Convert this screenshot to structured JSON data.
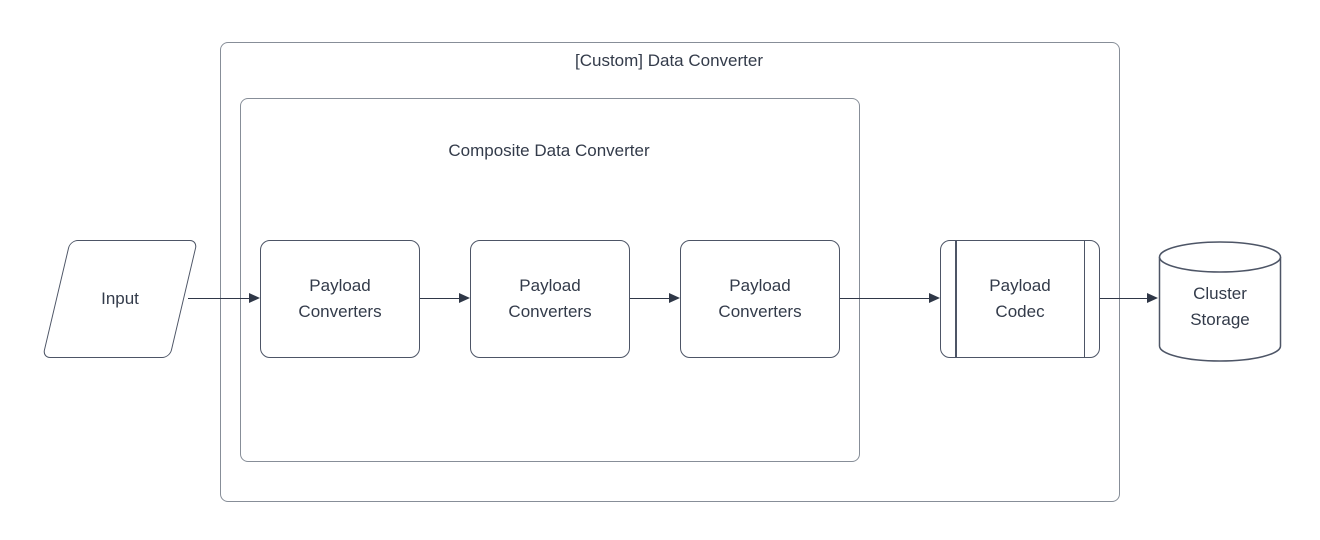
{
  "diagram": {
    "outer_container": {
      "label": "[Custom] Data Converter"
    },
    "inner_container": {
      "label": "Composite Data Converter"
    },
    "nodes": {
      "input": {
        "label": "Input",
        "shape": "parallelogram"
      },
      "converters": [
        {
          "label": "Payload Converters",
          "shape": "rounded-rect"
        },
        {
          "label": "Payload Converters",
          "shape": "rounded-rect"
        },
        {
          "label": "Payload Converters",
          "shape": "rounded-rect"
        }
      ],
      "codec": {
        "label": "Payload Codec",
        "shape": "predefined-process"
      },
      "storage": {
        "label": "Cluster Storage",
        "shape": "cylinder"
      }
    },
    "edges": [
      {
        "from": "input",
        "to": "converter-1"
      },
      {
        "from": "converter-1",
        "to": "converter-2"
      },
      {
        "from": "converter-2",
        "to": "converter-3"
      },
      {
        "from": "converter-3",
        "to": "codec"
      },
      {
        "from": "codec",
        "to": "storage"
      }
    ]
  },
  "colors": {
    "background": "#ffffff",
    "container_border": "#878e98",
    "shape_border": "#4d5566",
    "arrow": "#2f3747",
    "text": "#333b4a"
  }
}
